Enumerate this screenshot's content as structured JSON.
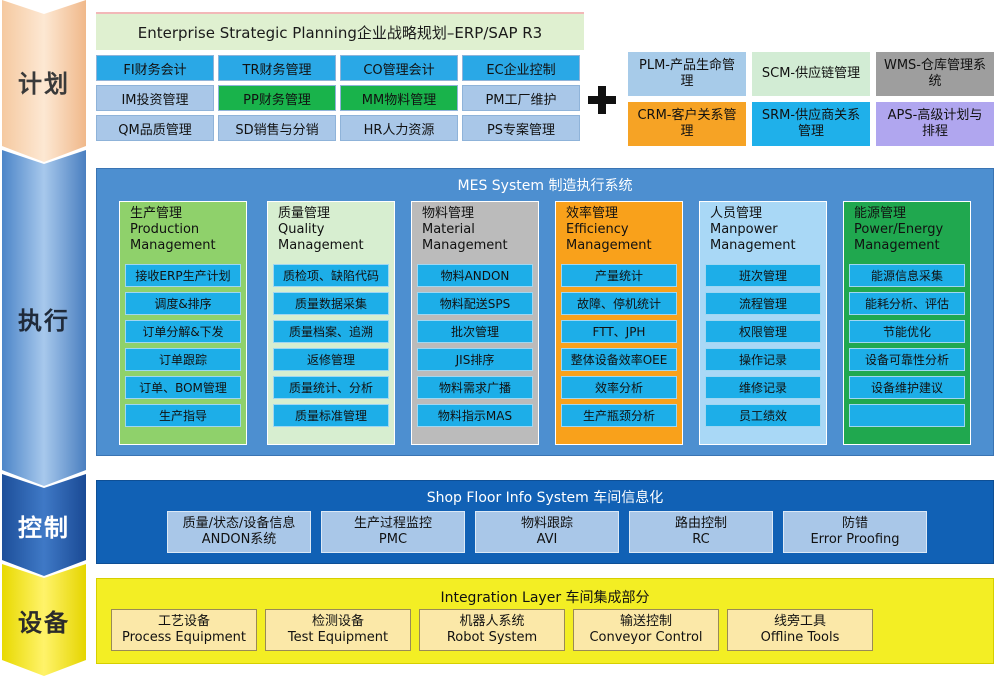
{
  "layers": {
    "plan": "计划",
    "execute": "执行",
    "control": "控制",
    "equipment": "设备"
  },
  "erp": {
    "title": "Enterprise Strategic Planning企业战略规划–ERP/SAP R3",
    "modules": [
      "FI财务会计",
      "TR财务管理",
      "CO管理会计",
      "EC企业控制",
      "IM投资管理",
      "PP财务管理",
      "MM物料管理",
      "PM工厂维护",
      "QM品质管理",
      "SD销售与分销",
      "HR人力资源",
      "PS专案管理"
    ]
  },
  "external": [
    {
      "label": "PLM-产品生命管理"
    },
    {
      "label": "SCM-供应链管理"
    },
    {
      "label": "WMS-仓库管理系统"
    },
    {
      "label": "CRM-客户关系管理"
    },
    {
      "label": "SRM-供应商关系管理"
    },
    {
      "label": "APS-高级计划与排程"
    }
  ],
  "mes": {
    "title": "MES System 制造执行系统",
    "columns": [
      {
        "zh": "生产管理",
        "en1": "Production",
        "en2": "Management",
        "items": [
          "接收ERP生产计划",
          "调度&排序",
          "订单分解&下发",
          "订单跟踪",
          "订单、BOM管理",
          "生产指导"
        ]
      },
      {
        "zh": "质量管理",
        "en1": "Quality",
        "en2": "Management",
        "items": [
          "质检项、缺陷代码",
          "质量数据采集",
          "质量档案、追溯",
          "返修管理",
          "质量统计、分析",
          "质量标准管理"
        ]
      },
      {
        "zh": "物料管理",
        "en1": "Material",
        "en2": "Management",
        "items": [
          "物料ANDON",
          "物料配送SPS",
          "批次管理",
          "JIS排序",
          "物料需求广播",
          "物料指示MAS"
        ]
      },
      {
        "zh": "效率管理",
        "en1": "Efficiency",
        "en2": "Management",
        "items": [
          "产量统计",
          "故障、停机统计",
          "FTT、JPH",
          "整体设备效率OEE",
          "效率分析",
          "生产瓶颈分析"
        ]
      },
      {
        "zh": "人员管理",
        "en1": "Manpower",
        "en2": "Management",
        "items": [
          "班次管理",
          "流程管理",
          "权限管理",
          "操作记录",
          "维修记录",
          "员工绩效"
        ]
      },
      {
        "zh": "能源管理",
        "en1": "Power/Energy",
        "en2": "Management",
        "items": [
          "能源信息采集",
          "能耗分析、评估",
          "节能优化",
          "设备可靠性分析",
          "设备维护建议",
          ""
        ]
      }
    ]
  },
  "shopfloor": {
    "title": "Shop Floor Info System 车间信息化",
    "boxes": [
      {
        "l1": "质量/状态/设备信息",
        "l2": "ANDON系统"
      },
      {
        "l1": "生产过程监控",
        "l2": "PMC"
      },
      {
        "l1": "物料跟踪",
        "l2": "AVI"
      },
      {
        "l1": "路由控制",
        "l2": "RC"
      },
      {
        "l1": "防错",
        "l2": "Error Proofing"
      }
    ]
  },
  "integration": {
    "title": "Integration Layer 车间集成部分",
    "boxes": [
      {
        "l1": "工艺设备",
        "l2": "Process Equipment"
      },
      {
        "l1": "检测设备",
        "l2": "Test Equipment"
      },
      {
        "l1": "机器人系统",
        "l2": "Robot System"
      },
      {
        "l1": "输送控制",
        "l2": "Conveyor Control"
      },
      {
        "l1": "线旁工具",
        "l2": "Offline Tools"
      }
    ]
  }
}
